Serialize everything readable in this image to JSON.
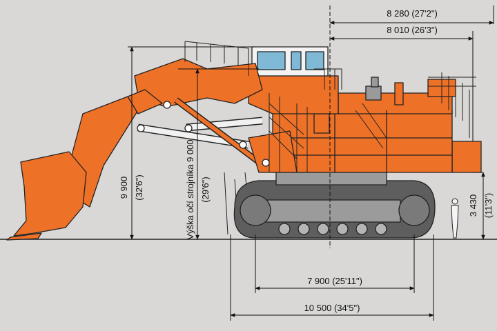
{
  "dimensions": {
    "overall_width": "8 280 (27'2\")",
    "undercarriage_width": "8 010 (26'3\")",
    "max_height_mm": "9 900",
    "max_height_ft": "(32'6\")",
    "operator_eye_label": "Výška očí strojníka 9 000",
    "operator_eye_ft": "(29'6\")",
    "counterweight_clearance_mm": "3 430",
    "counterweight_clearance_ft": "(11'3\")",
    "tumbler_distance": "7 900 (25'11\")",
    "crawler_length": "10 500  (34'5\")"
  },
  "colors": {
    "background": "#d9d8d7",
    "machine_orange": "#ee7128",
    "outline": "#222222",
    "track": "#5e5e5e",
    "glass": "#7fb9d6"
  }
}
